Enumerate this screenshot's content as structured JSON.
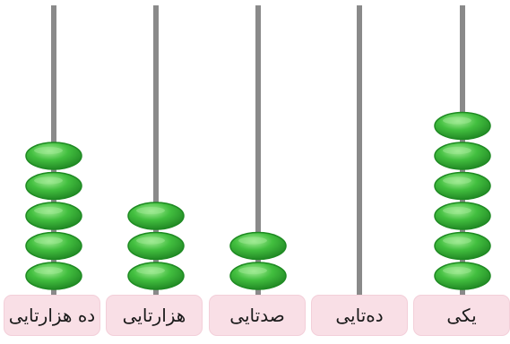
{
  "abacus": {
    "columns": [
      {
        "label": "ده هزارتایی",
        "beads": 5
      },
      {
        "label": "هزارتایی",
        "beads": 3
      },
      {
        "label": "صدتایی",
        "beads": 2
      },
      {
        "label": "ده‌تایی",
        "beads": 0
      },
      {
        "label": "یکی",
        "beads": 6
      }
    ],
    "colors": {
      "rod": "#8a8a8a",
      "bead": "#3fb93c",
      "bead_dark": "#1e8a22",
      "bead_highlight": "#9ae88f",
      "label_bg": "#f9dfe6"
    }
  }
}
